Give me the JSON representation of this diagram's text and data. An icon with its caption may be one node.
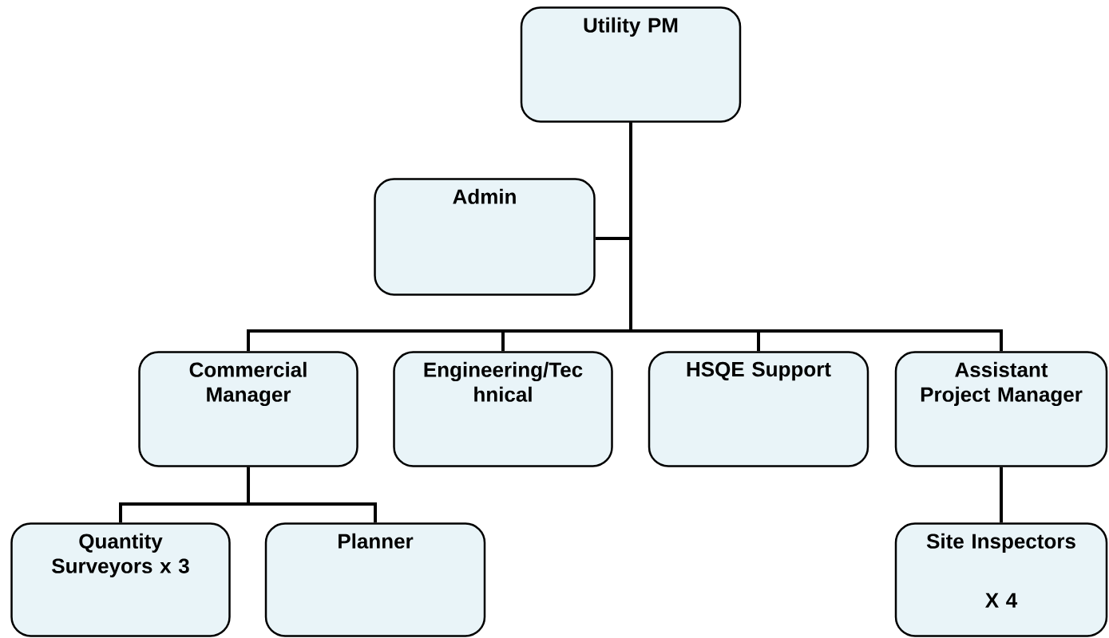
{
  "diagram": {
    "nodes": [
      {
        "text": [
          "Utility PM"
        ]
      },
      {
        "text": [
          "Admin"
        ]
      },
      {
        "text": [
          "Commercial Manager"
        ]
      },
      {
        "text": [
          "Engineering/Tec hnical"
        ]
      },
      {
        "text": [
          "HSQE Support"
        ]
      },
      {
        "text": [
          "Assistant Project Manager"
        ]
      },
      {
        "text": [
          "Quantity Surveyors x 3"
        ]
      },
      {
        "text": [
          "Planner"
        ]
      },
      {
        "text": [
          "Site Inspectors",
          "X 4"
        ]
      }
    ],
    "edges": [
      {
        "from": 0,
        "to": 1,
        "arrow": "none"
      },
      {
        "from": 0,
        "to": 2,
        "arrow": "none"
      },
      {
        "from": 0,
        "to": 3,
        "arrow": "none"
      },
      {
        "from": 0,
        "to": 4,
        "arrow": "none"
      },
      {
        "from": 0,
        "to": 5,
        "arrow": "none"
      },
      {
        "from": 2,
        "to": 6,
        "arrow": "none"
      },
      {
        "from": 2,
        "to": 7,
        "arrow": "none"
      },
      {
        "from": 5,
        "to": 8,
        "arrow": "none"
      }
    ]
  }
}
